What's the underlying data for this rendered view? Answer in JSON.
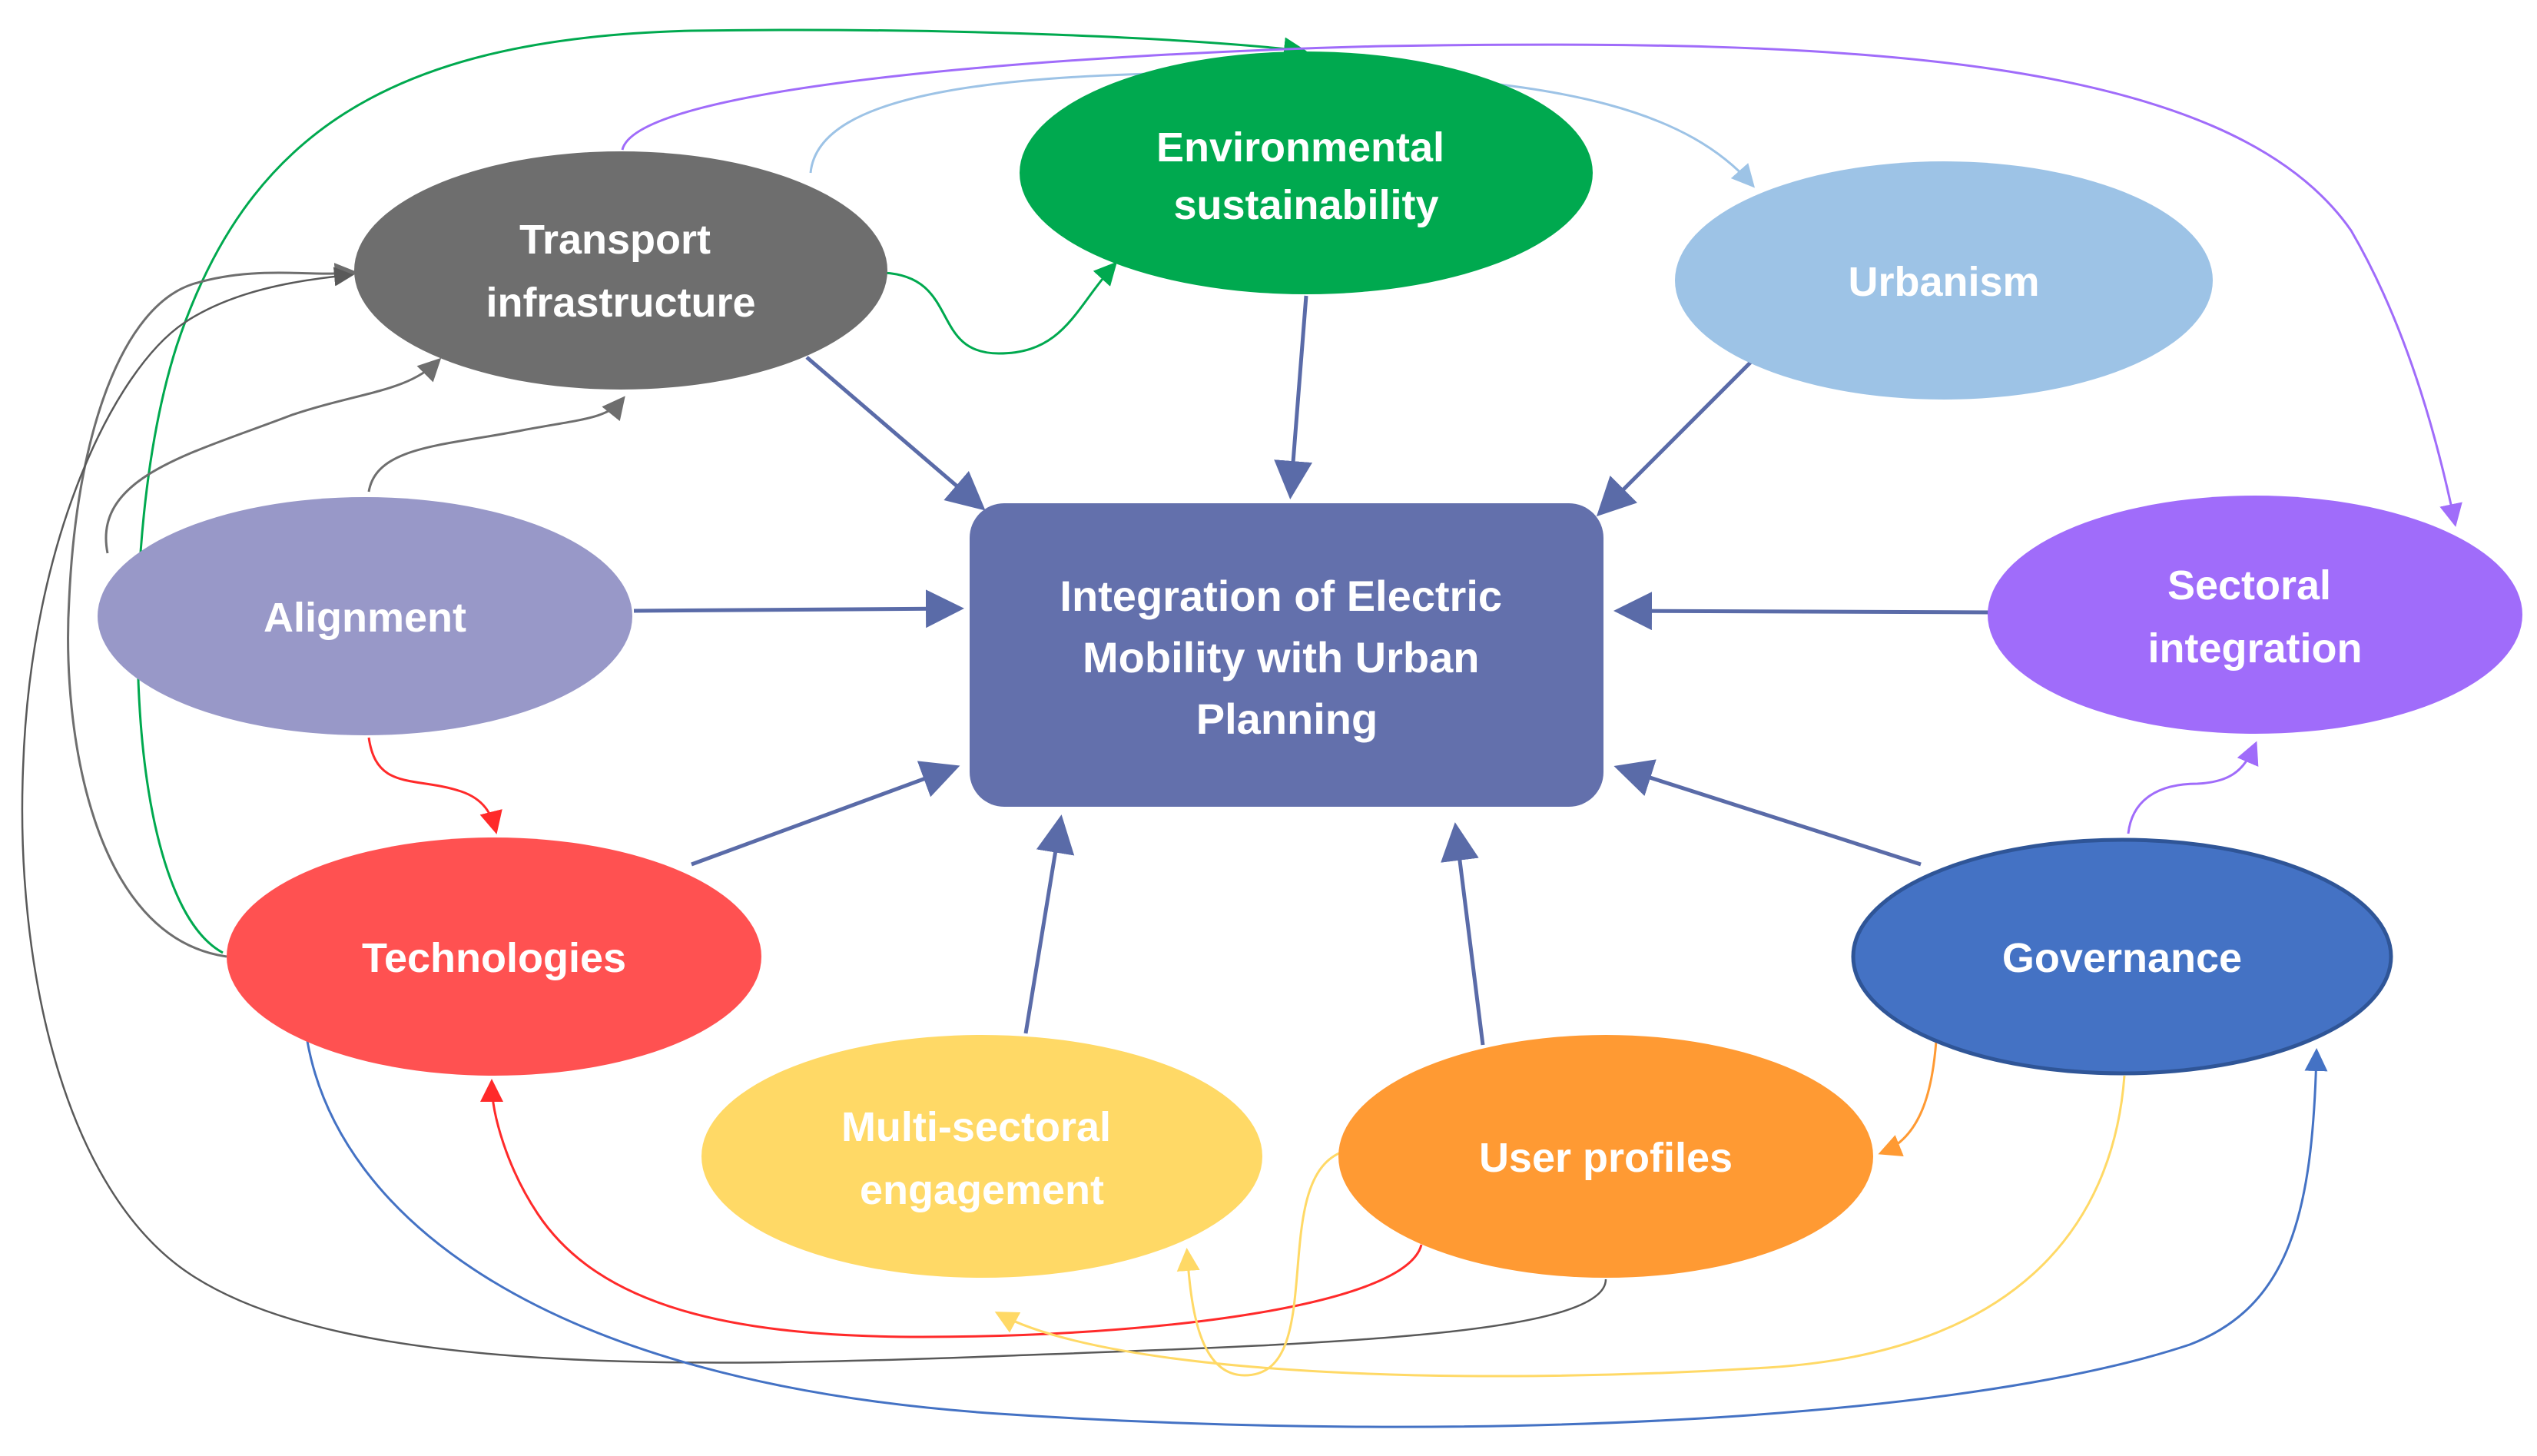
{
  "center": {
    "lines": [
      "Integration of Electric",
      "Mobility with Urban",
      "Planning"
    ],
    "color": "#6370AC"
  },
  "nodes": {
    "transport": {
      "lines": [
        "Transport",
        "infrastructure"
      ],
      "color": "#6E6E6E"
    },
    "environmental": {
      "lines": [
        "Environmental",
        "sustainability"
      ],
      "color": "#00A94F"
    },
    "urbanism": {
      "lines": [
        "Urbanism"
      ],
      "color": "#9DC3E6"
    },
    "alignment": {
      "lines": [
        "Alignment"
      ],
      "color": "#9898C8"
    },
    "sectoral": {
      "lines": [
        "Sectoral",
        "integration"
      ],
      "color": "#A06CFA"
    },
    "technologies": {
      "lines": [
        "Technologies"
      ],
      "color": "#FF5151"
    },
    "governance": {
      "lines": [
        "Governance"
      ],
      "color": "#4472C4"
    },
    "multisectoral": {
      "lines": [
        "Multi-sectoral",
        "engagement"
      ],
      "color": "#FFD966"
    },
    "userprofiles": {
      "lines": [
        "User profiles"
      ],
      "color": "#FF9A33"
    }
  },
  "arrow_colors": {
    "main": "#5A6BA8",
    "gray": "#6E6E6E",
    "green": "#00A94F",
    "lightblue": "#9DC3E6",
    "purple": "#A06CFA",
    "red": "#FF2A2A",
    "blue": "#4472C4",
    "yellow": "#FFD966",
    "orange": "#FF9A33",
    "darkgray": "#595959"
  }
}
